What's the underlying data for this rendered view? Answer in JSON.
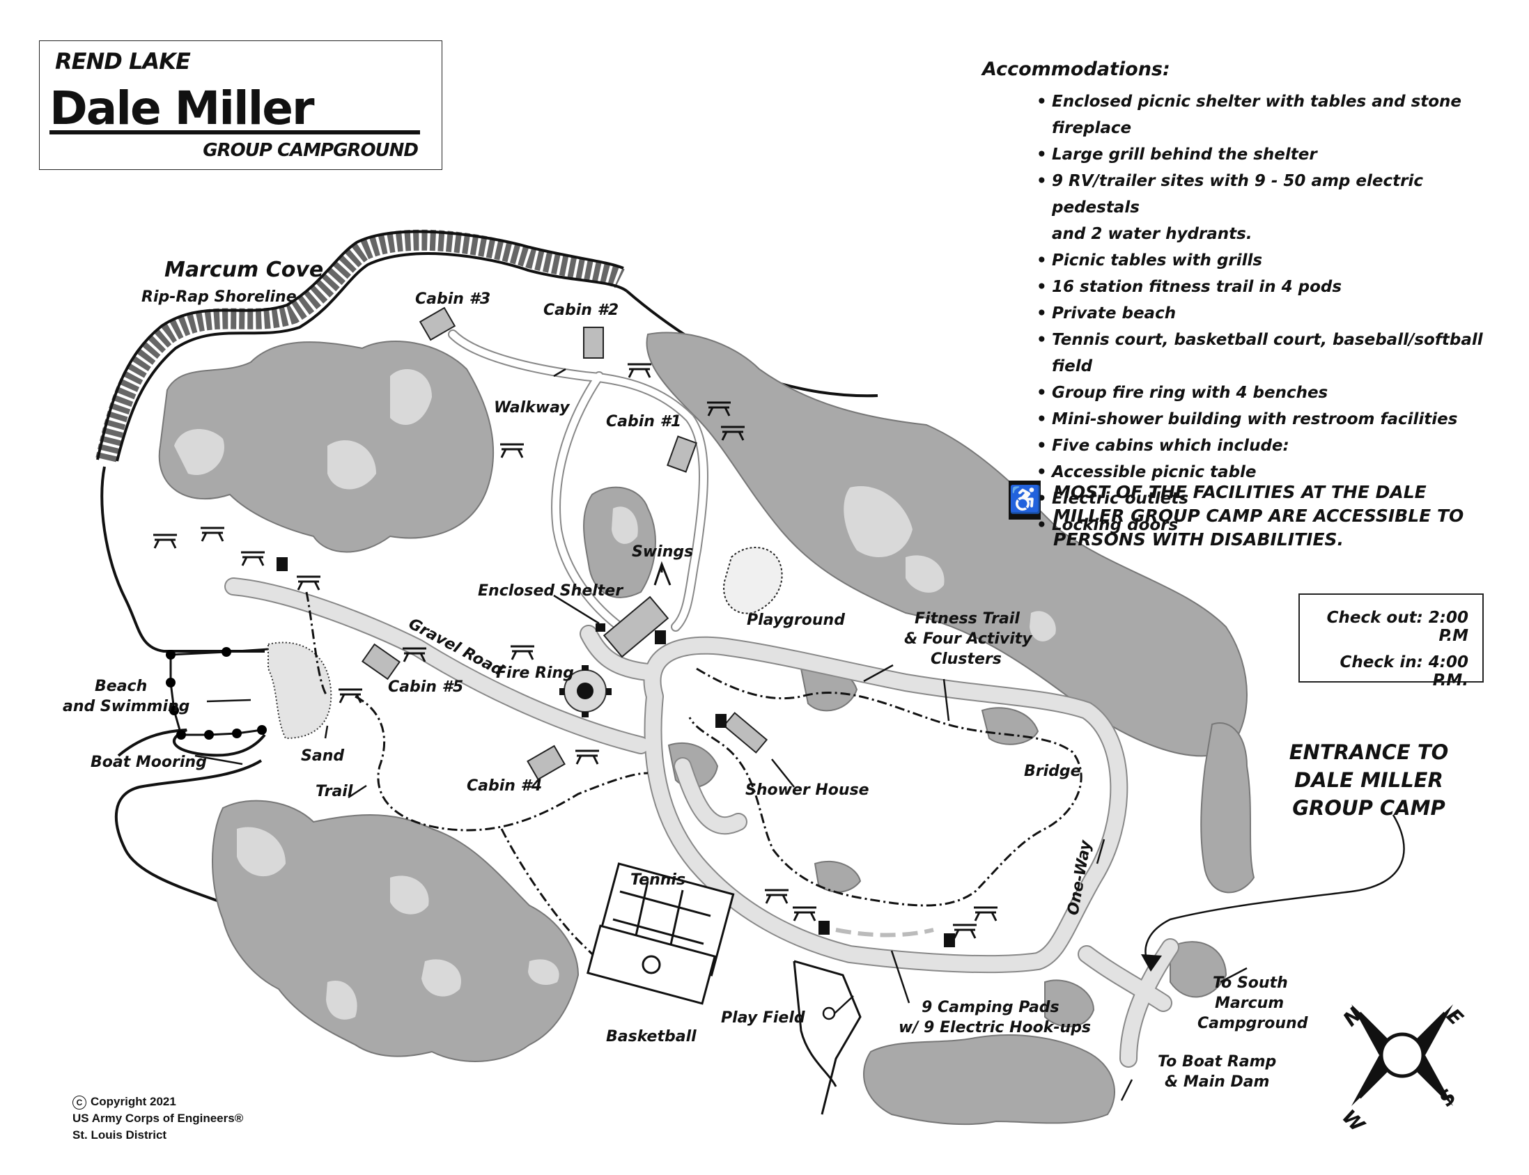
{
  "header": {
    "lake": "REND LAKE",
    "name": "Dale Miller",
    "subtitle": "GROUP CAMPGROUND"
  },
  "accommodations": {
    "heading": "Accommodations:",
    "items": [
      "Enclosed picnic shelter with tables and stone fireplace",
      "Large grill behind the shelter",
      "9 RV/trailer sites with 9 - 50 amp electric pedestals",
      "and 2 water hydrants.",
      "Picnic tables with grills",
      "16 station fitness trail in 4 pods",
      "Private beach",
      "Tennis court, basketball court, baseball/softball field",
      "Group fire ring with 4 benches",
      "Mini-shower building with restroom facilities",
      "Five cabins which include:"
    ],
    "cabin_items": [
      "Accessible picnic table",
      "Electric outlets",
      "Locking doors"
    ]
  },
  "accessibility": {
    "icon": "wheelchair-icon",
    "text": "MOST OF THE FACILITIES AT THE DALE MILLER GROUP CAMP ARE ACCESSIBLE TO PERSONS WITH DISABILITIES."
  },
  "hours": {
    "check_out": "Check out: 2:00 P.M",
    "check_in": "Check in: 4:00 P.M."
  },
  "entrance": {
    "line1": "ENTRANCE TO",
    "line2": "DALE MILLER",
    "line3": "GROUP CAMP"
  },
  "map_labels": {
    "marcum_cove": "Marcum Cove",
    "rip_rap": "Rip-Rap Shoreline",
    "cabin3": "Cabin #3",
    "cabin2": "Cabin #2",
    "cabin1": "Cabin #1",
    "cabin5": "Cabin #5",
    "cabin4": "Cabin #4",
    "walkway": "Walkway",
    "swings": "Swings",
    "enclosed_shelter": "Enclosed Shelter",
    "gravel_road": "Gravel Road",
    "fire_ring": "Fire Ring",
    "playground": "Playground",
    "fitness_trail_1": "Fitness Trail",
    "fitness_trail_2": "& Four Activity",
    "fitness_trail_3": "Clusters",
    "beach_1": "Beach",
    "beach_2": "and Swimming",
    "boat_mooring": "Boat Mooring",
    "sand": "Sand",
    "trail": "Trail",
    "shower_house": "Shower House",
    "bridge": "Bridge",
    "one_way": "One-Way",
    "tennis": "Tennis",
    "basketball": "Basketball",
    "play_field": "Play Field",
    "camping_1": "9 Camping Pads",
    "camping_2": "w/ 9 Electric Hook-ups",
    "to_south_1": "To South",
    "to_south_2": "Marcum",
    "to_south_3": "Campground",
    "to_boat_1": "To Boat Ramp",
    "to_boat_2": "& Main Dam"
  },
  "compass": {
    "n": "N",
    "e": "E",
    "s": "S",
    "w": "W"
  },
  "copyright": {
    "line1": "Copyright 2021",
    "line2": "US Army Corps of Engineers®",
    "line3": "St. Louis District",
    "symbol": "C"
  }
}
